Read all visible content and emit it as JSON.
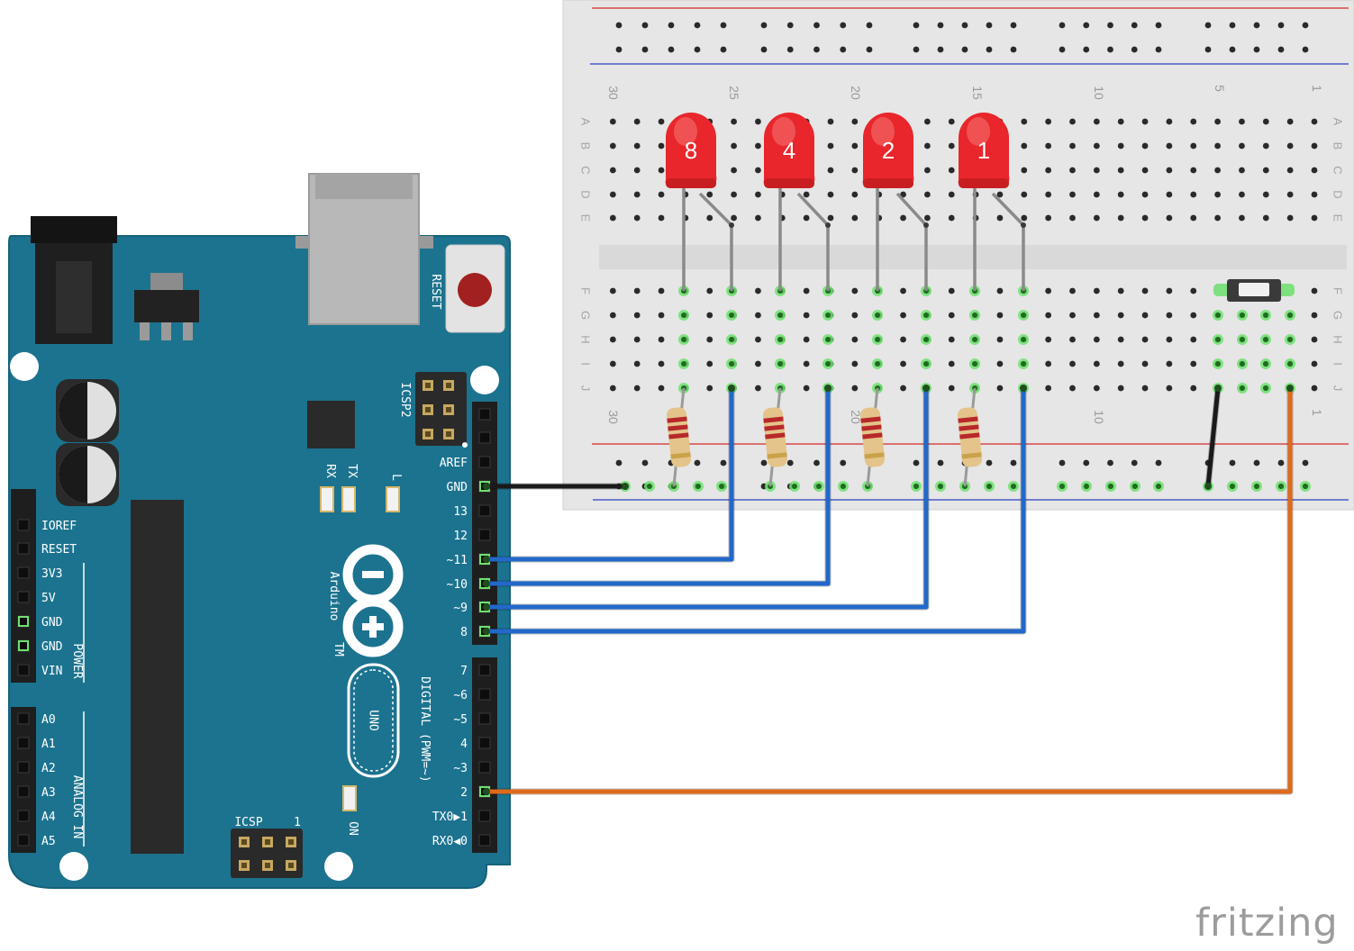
{
  "watermark": "fritzing",
  "breadboard": {
    "column_numbers": [
      "30",
      "25",
      "20",
      "15",
      "10",
      "5",
      "1"
    ],
    "lower_column_numbers": [
      "30",
      "20",
      "10",
      "1"
    ],
    "rows_top": [
      "A",
      "B",
      "C",
      "D",
      "E"
    ],
    "rows_bottom": [
      "F",
      "G",
      "H",
      "I",
      "J"
    ]
  },
  "arduino": {
    "logo_text": "Arduino",
    "tm": "TM",
    "model": "UNO",
    "reset_label": "RESET",
    "icsp2_label": "ICSP2",
    "icsp_label": "ICSP",
    "icsp_pin1": "1",
    "led_rx": "RX",
    "led_tx": "TX",
    "led_l": "L",
    "led_on": "ON",
    "digital_label": "DIGITAL (PWM=~)",
    "power_label": "POWER",
    "analog_label": "ANALOG IN",
    "power_pins": [
      "IOREF",
      "RESET",
      "3V3",
      "5V",
      "GND",
      "GND",
      "VIN"
    ],
    "analog_pins": [
      "A0",
      "A1",
      "A2",
      "A3",
      "A4",
      "A5"
    ],
    "digital_pins_top": [
      "AREF",
      "GND",
      "13",
      "12",
      "~11",
      "~10",
      "~9",
      "8"
    ],
    "digital_pins_bottom": [
      "7",
      "~6",
      "~5",
      "4",
      "~3",
      "2",
      "TX0▶1",
      "RX0◀0"
    ]
  },
  "leds": [
    {
      "label": "8",
      "color": "#e8262b"
    },
    {
      "label": "4",
      "color": "#e8262b"
    },
    {
      "label": "2",
      "color": "#e8262b"
    },
    {
      "label": "1",
      "color": "#e8262b"
    }
  ],
  "colors": {
    "board": "#1c738f",
    "wire_signal": "#2268c9",
    "wire_button": "#e06a1b",
    "wire_gnd": "#1a1a1a",
    "breadboard": "#e6e6e6",
    "rail_red": "#d22b2b",
    "rail_blue": "#2a3fc0",
    "connected_hole": "#6ee06e"
  },
  "connections": [
    {
      "from": "~11",
      "to": "LED 8"
    },
    {
      "from": "~10",
      "to": "LED 4"
    },
    {
      "from": "~9",
      "to": "LED 2"
    },
    {
      "from": "8",
      "to": "LED 1"
    },
    {
      "from": "2",
      "to": "pushbutton"
    },
    {
      "from": "GND",
      "to": "breadboard GND rail"
    }
  ]
}
